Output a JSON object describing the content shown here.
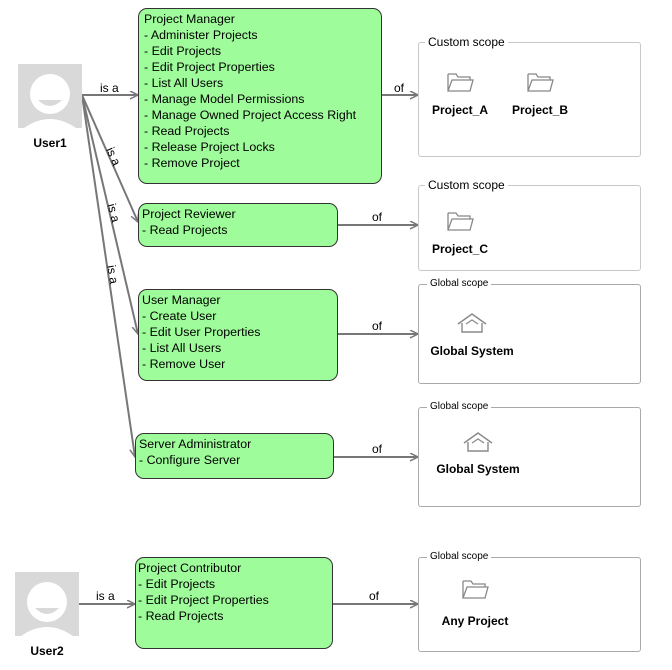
{
  "users": [
    {
      "name": "User1"
    },
    {
      "name": "User2"
    }
  ],
  "roles": [
    {
      "name": "Project Manager",
      "permissions": [
        "- Administer Projects",
        "- Edit Projects",
        "- Edit Project Properties",
        "- List All Users",
        "- Manage Model Permissions",
        "- Manage Owned Project Access Right",
        "- Read Projects",
        "- Release Project Locks",
        "- Remove Project"
      ]
    },
    {
      "name": "Project Reviewer",
      "permissions": [
        "- Read Projects"
      ]
    },
    {
      "name": "User Manager",
      "permissions": [
        "- Create User",
        "- Edit User Properties",
        "- List All Users",
        "- Remove User"
      ]
    },
    {
      "name": "Server Administrator",
      "permissions": [
        "- Configure Server"
      ]
    },
    {
      "name": "Project Contributor",
      "permissions": [
        "- Edit Projects",
        "- Edit Project Properties",
        "- Read Projects"
      ]
    }
  ],
  "scopes": [
    {
      "title": "Custom scope",
      "items": [
        {
          "name": "Project_A",
          "icon": "folder-icon"
        },
        {
          "name": "Project_B",
          "icon": "folder-icon"
        }
      ]
    },
    {
      "title": "Custom scope",
      "items": [
        {
          "name": "Project_C",
          "icon": "folder-icon"
        }
      ]
    },
    {
      "title": "Global scope",
      "items": [
        {
          "name": "Global System",
          "icon": "home-icon"
        }
      ]
    },
    {
      "title": "Global scope",
      "items": [
        {
          "name": "Global System",
          "icon": "home-icon"
        }
      ]
    },
    {
      "title": "Global scope",
      "items": [
        {
          "name": "Any Project",
          "icon": "folder-icon"
        }
      ]
    }
  ],
  "edge_labels": {
    "is_a": "is a",
    "of": "of"
  },
  "colors": {
    "role_fill": "#9efc9a",
    "line": "#777777",
    "avatar_bg": "#d9d9d9"
  }
}
